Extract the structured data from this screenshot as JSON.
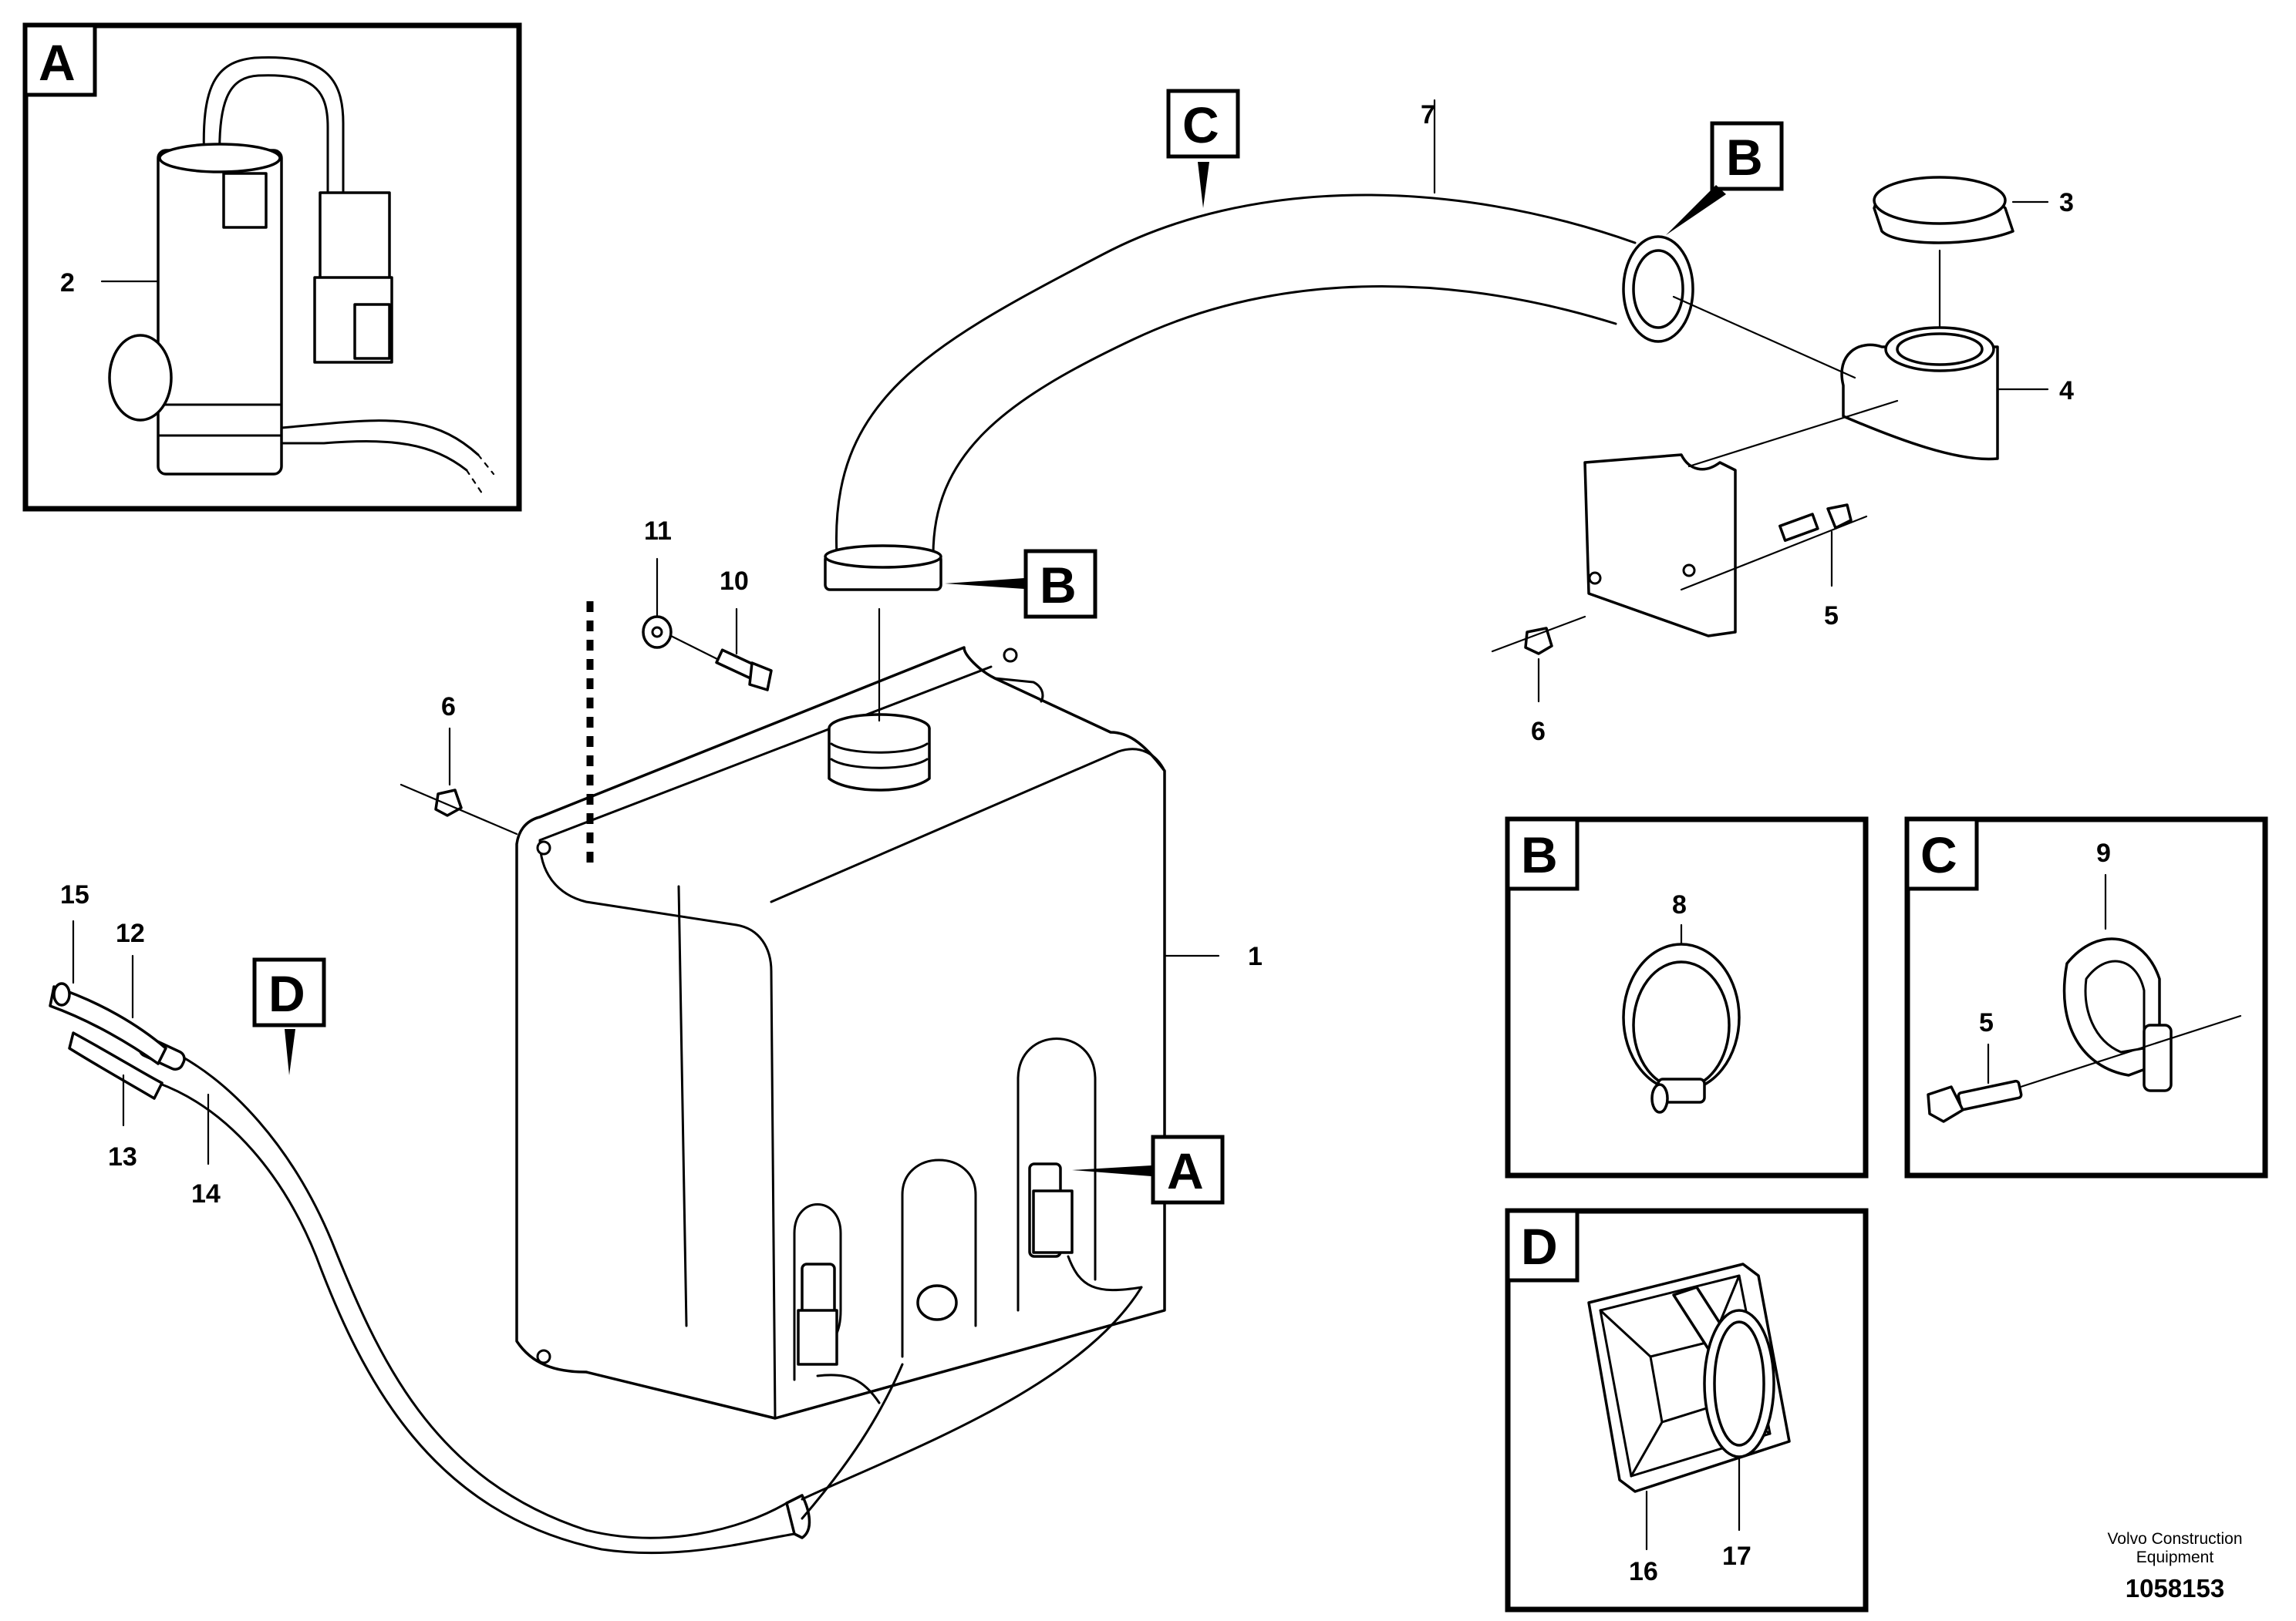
{
  "detail_boxes": {
    "a": {
      "letter": "A"
    },
    "b": {
      "letter": "B"
    },
    "c": {
      "letter": "C"
    },
    "d": {
      "letter": "D"
    }
  },
  "reference_tags": {
    "c_hose": "C",
    "b_hose_top": "B",
    "b_hose_bottom": "B",
    "d_cable": "D",
    "a_pump": "A"
  },
  "part_numbers": {
    "p1": "1",
    "p2": "2",
    "p3": "3",
    "p4": "4",
    "p5_bracket": "5",
    "p5_detail_c": "5",
    "p6_bracket": "6",
    "p6_tank": "6",
    "p7": "7",
    "p8": "8",
    "p9": "9",
    "p10": "10",
    "p11": "11",
    "p12": "12",
    "p13": "13",
    "p14": "14",
    "p15": "15",
    "p16": "16",
    "p17": "17"
  },
  "footer": {
    "brand_line1": "Volvo Construction",
    "brand_line2": "Equipment",
    "doc_number": "1058153"
  }
}
